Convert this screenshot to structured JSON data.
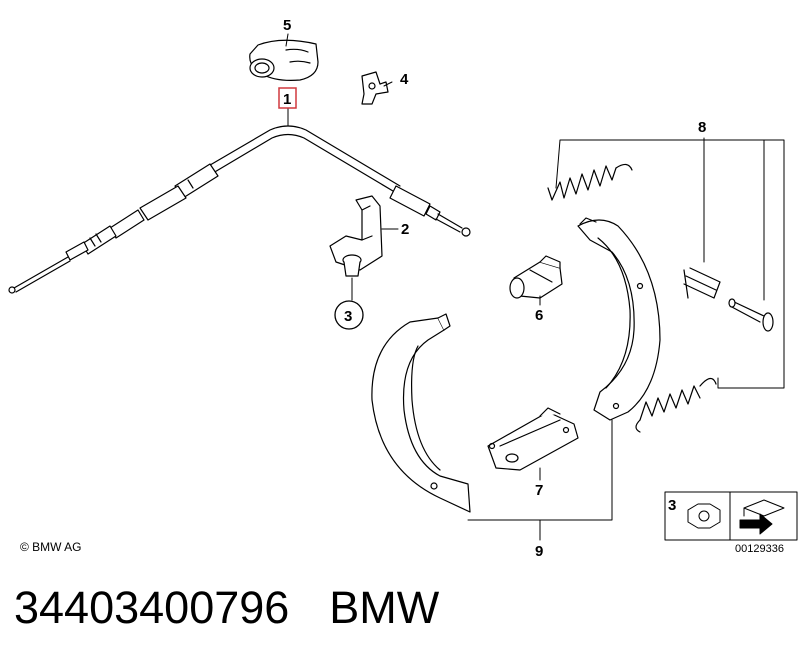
{
  "diagram": {
    "callouts": {
      "c1": "1",
      "c2": "2",
      "c3a": "3",
      "c4": "4",
      "c5": "5",
      "c6": "6",
      "c7": "7",
      "c8": "8",
      "c9": "9",
      "c3b": "3"
    },
    "highlight_color": "#d0393e",
    "legend_code": "00129336"
  },
  "copyright": "© BMW AG",
  "footer": {
    "part_number": "34403400796",
    "brand": "BMW"
  }
}
